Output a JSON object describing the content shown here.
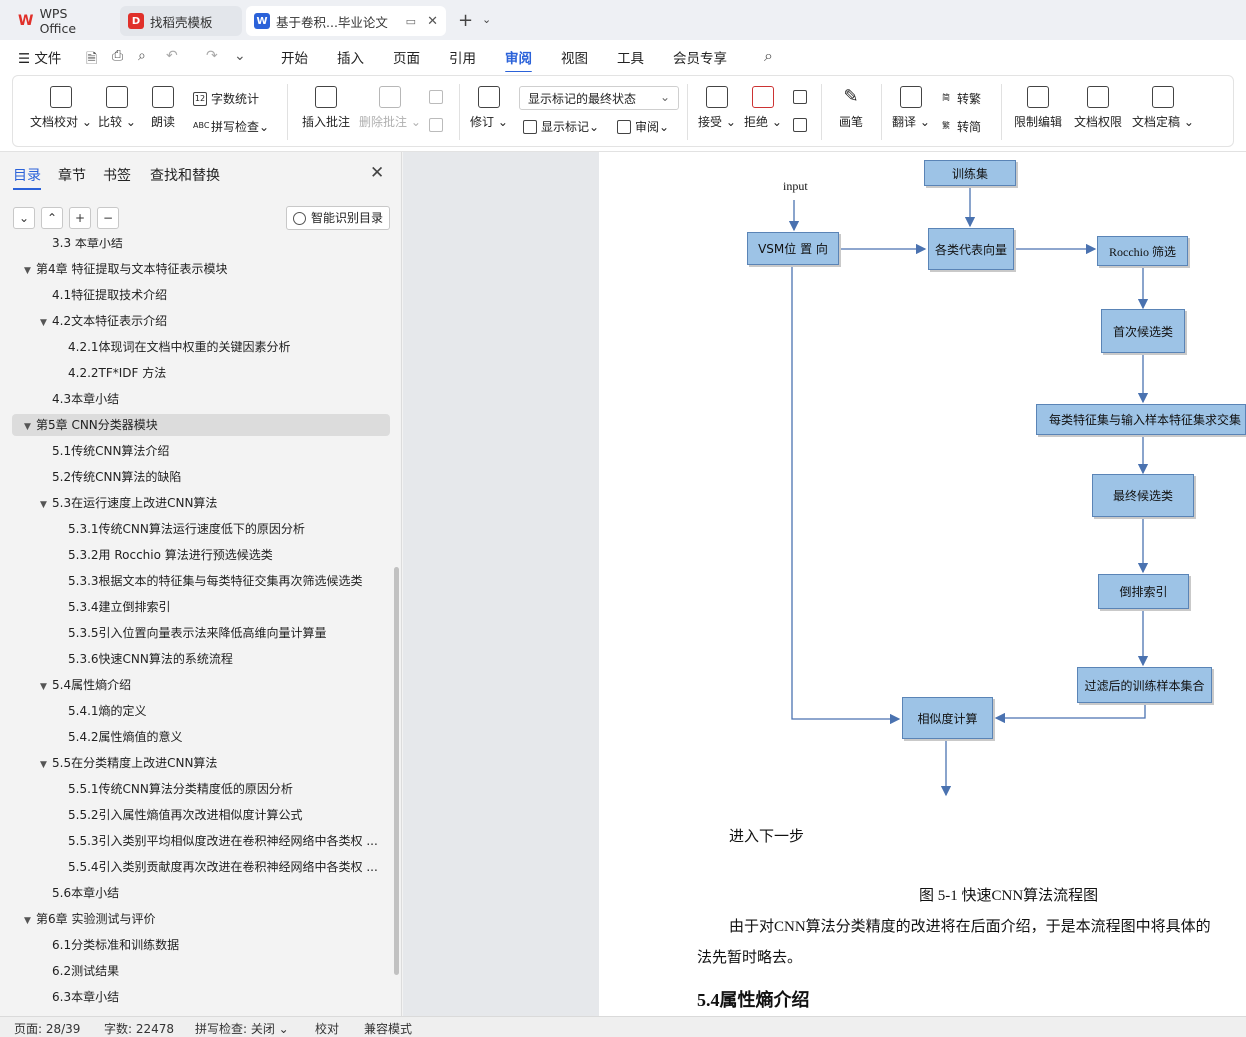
{
  "titlebar": {
    "tabs": [
      {
        "label": "WPS Office"
      },
      {
        "label": "找稻壳模板"
      },
      {
        "label": "基于卷积...毕业论文"
      }
    ]
  },
  "menubar": {
    "file": "文件",
    "items": [
      "开始",
      "插入",
      "页面",
      "引用",
      "审阅",
      "视图",
      "工具",
      "会员专享"
    ],
    "active": "审阅"
  },
  "ribbon": {
    "doc_proof": "文档校对",
    "compare": "比较",
    "read_aloud": "朗读",
    "word_count": "字数统计",
    "spell_check": "拼写检查",
    "insert_comment": "插入批注",
    "delete_comment": "删除批注",
    "track_changes": "修订",
    "markup_state": "显示标记的最终状态",
    "show_markup": "显示标记",
    "review_pane": "审阅",
    "accept": "接受",
    "reject": "拒绝",
    "pen": "画笔",
    "translate": "翻译",
    "to_traditional": "转繁",
    "to_simplified": "转简",
    "restrict_edit": "限制编辑",
    "doc_permission": "文档权限",
    "finalize": "文档定稿"
  },
  "nav": {
    "tabs": [
      "目录",
      "章节",
      "书签",
      "查找和替换"
    ],
    "smart_toc": "智能识别目录",
    "toc": [
      {
        "text": "3.3 本章小结",
        "level": 2,
        "tri": ""
      },
      {
        "text": "第4章 特征提取与文本特征表示模块",
        "level": 1,
        "tri": "▼"
      },
      {
        "text": "4.1特征提取技术介绍",
        "level": 2,
        "tri": ""
      },
      {
        "text": "4.2文本特征表示介绍",
        "level": 2,
        "tri": "▼"
      },
      {
        "text": "4.2.1体现词在文档中权重的关键因素分析",
        "level": 3,
        "tri": ""
      },
      {
        "text": "4.2.2TF*IDF 方法",
        "level": 3,
        "tri": ""
      },
      {
        "text": "4.3本章小结",
        "level": 2,
        "tri": ""
      },
      {
        "text": "第5章 CNN分类器模块",
        "level": 1,
        "tri": "▼",
        "selected": true
      },
      {
        "text": "5.1传统CNN算法介绍",
        "level": 2,
        "tri": ""
      },
      {
        "text": "5.2传统CNN算法的缺陷",
        "level": 2,
        "tri": ""
      },
      {
        "text": "5.3在运行速度上改进CNN算法",
        "level": 2,
        "tri": "▼"
      },
      {
        "text": "5.3.1传统CNN算法运行速度低下的原因分析",
        "level": 3,
        "tri": ""
      },
      {
        "text": "5.3.2用 Rocchio 算法进行预选候选类",
        "level": 3,
        "tri": ""
      },
      {
        "text": "5.3.3根据文本的特征集与每类特征交集再次筛选候选类",
        "level": 3,
        "tri": ""
      },
      {
        "text": "5.3.4建立倒排索引",
        "level": 3,
        "tri": ""
      },
      {
        "text": "5.3.5引入位置向量表示法来降低高维向量计算量",
        "level": 3,
        "tri": ""
      },
      {
        "text": "5.3.6快速CNN算法的系统流程",
        "level": 3,
        "tri": ""
      },
      {
        "text": "5.4属性熵介绍",
        "level": 2,
        "tri": "▼"
      },
      {
        "text": "5.4.1熵的定义",
        "level": 3,
        "tri": ""
      },
      {
        "text": "5.4.2属性熵值的意义",
        "level": 3,
        "tri": ""
      },
      {
        "text": "5.5在分类精度上改进CNN算法",
        "level": 2,
        "tri": "▼"
      },
      {
        "text": "5.5.1传统CNN算法分类精度低的原因分析",
        "level": 3,
        "tri": ""
      },
      {
        "text": "5.5.2引入属性熵值再次改进相似度计算公式",
        "level": 3,
        "tri": ""
      },
      {
        "text": "5.5.3引入类别平均相似度改进在卷积神经网络中各类权 ...",
        "level": 3,
        "tri": ""
      },
      {
        "text": "5.5.4引入类别贡献度再次改进在卷积神经网络中各类权 ...",
        "level": 3,
        "tri": ""
      },
      {
        "text": "5.6本章小结",
        "level": 2,
        "tri": ""
      },
      {
        "text": "第6章 实验测试与评价",
        "level": 1,
        "tri": "▼"
      },
      {
        "text": "6.1分类标准和训练数据",
        "level": 2,
        "tri": ""
      },
      {
        "text": "6.2测试结果",
        "level": 2,
        "tri": ""
      },
      {
        "text": "6.3本章小结",
        "level": 2,
        "tri": ""
      }
    ]
  },
  "document": {
    "flow": {
      "input": "input",
      "train_set": "训练集",
      "vsm": "VSM位 置 向",
      "class_vec": "各类代表向量",
      "rocchio": "Rocchio 筛选",
      "first_cand": "首次候选类",
      "intersect": "每类特征集与输入样本特征集求交集",
      "final_cand": "最终候选类",
      "inv_index": "倒排索引",
      "filtered": "过滤后的训练样本集合",
      "similarity": "相似度计算"
    },
    "next_step": "进入下一步",
    "caption": "图 5-1 快速CNN算法流程图",
    "para_line1": "由于对CNN算法分类精度的改进将在后面介绍，于是本流程图中将具体的",
    "para_line2": "法先暂时略去。",
    "heading": "5.4属性熵介绍"
  },
  "status": {
    "page": "页面: 28/39",
    "words": "字数: 22478",
    "spell": "拼写检查: 关闭",
    "proof": "校对",
    "compat": "兼容模式"
  }
}
